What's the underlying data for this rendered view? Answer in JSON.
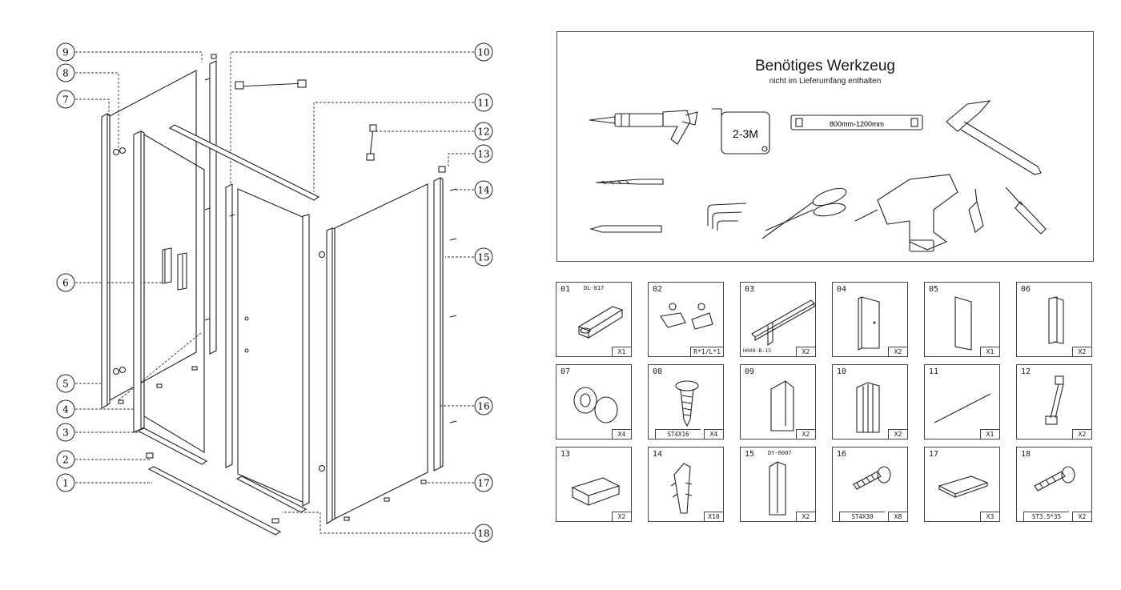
{
  "exploded_view": {
    "callouts": [
      {
        "num": "1"
      },
      {
        "num": "2"
      },
      {
        "num": "3"
      },
      {
        "num": "4"
      },
      {
        "num": "5"
      },
      {
        "num": "6"
      },
      {
        "num": "7"
      },
      {
        "num": "8"
      },
      {
        "num": "9"
      },
      {
        "num": "10"
      },
      {
        "num": "11"
      },
      {
        "num": "12"
      },
      {
        "num": "13"
      },
      {
        "num": "14"
      },
      {
        "num": "15"
      },
      {
        "num": "16"
      },
      {
        "num": "17"
      },
      {
        "num": "18"
      }
    ]
  },
  "tools": {
    "title": "Benötiges Werkzeug",
    "subtitle": "nicht im Lieferumfang enthalten",
    "tape_label": "2-3M",
    "level_label": "800mm-1200mm",
    "icons": [
      "caulking-gun-icon",
      "tape-measure-icon",
      "spirit-level-icon",
      "hammer-icon",
      "drill-bit-icon",
      "pencil-icon",
      "hex-keys-icon",
      "scissors-icon",
      "cordless-drill-icon",
      "screwdriver-icon"
    ]
  },
  "parts": [
    {
      "num": "01",
      "code": "DL-817",
      "qty": "X1"
    },
    {
      "num": "02",
      "qty": "R*1/L*1"
    },
    {
      "num": "03",
      "code_bottom": "H009-B-15",
      "qty": "X2"
    },
    {
      "num": "04",
      "qty": "X2"
    },
    {
      "num": "05",
      "qty": "X1"
    },
    {
      "num": "06",
      "qty": "X2"
    },
    {
      "num": "07",
      "qty": "X4"
    },
    {
      "num": "08",
      "spec": "ST4X16",
      "qty": "X4"
    },
    {
      "num": "09",
      "qty": "X2"
    },
    {
      "num": "10",
      "qty": "X2"
    },
    {
      "num": "11",
      "qty": "X1"
    },
    {
      "num": "12",
      "qty": "X2"
    },
    {
      "num": "13",
      "qty": "X2"
    },
    {
      "num": "14",
      "qty": "X10"
    },
    {
      "num": "15",
      "code": "DY-0007",
      "qty": "X2"
    },
    {
      "num": "16",
      "spec": "ST4X30",
      "qty": "X8"
    },
    {
      "num": "17",
      "qty": "X3"
    },
    {
      "num": "18",
      "spec": "ST3.5*35",
      "qty": "X2"
    }
  ]
}
